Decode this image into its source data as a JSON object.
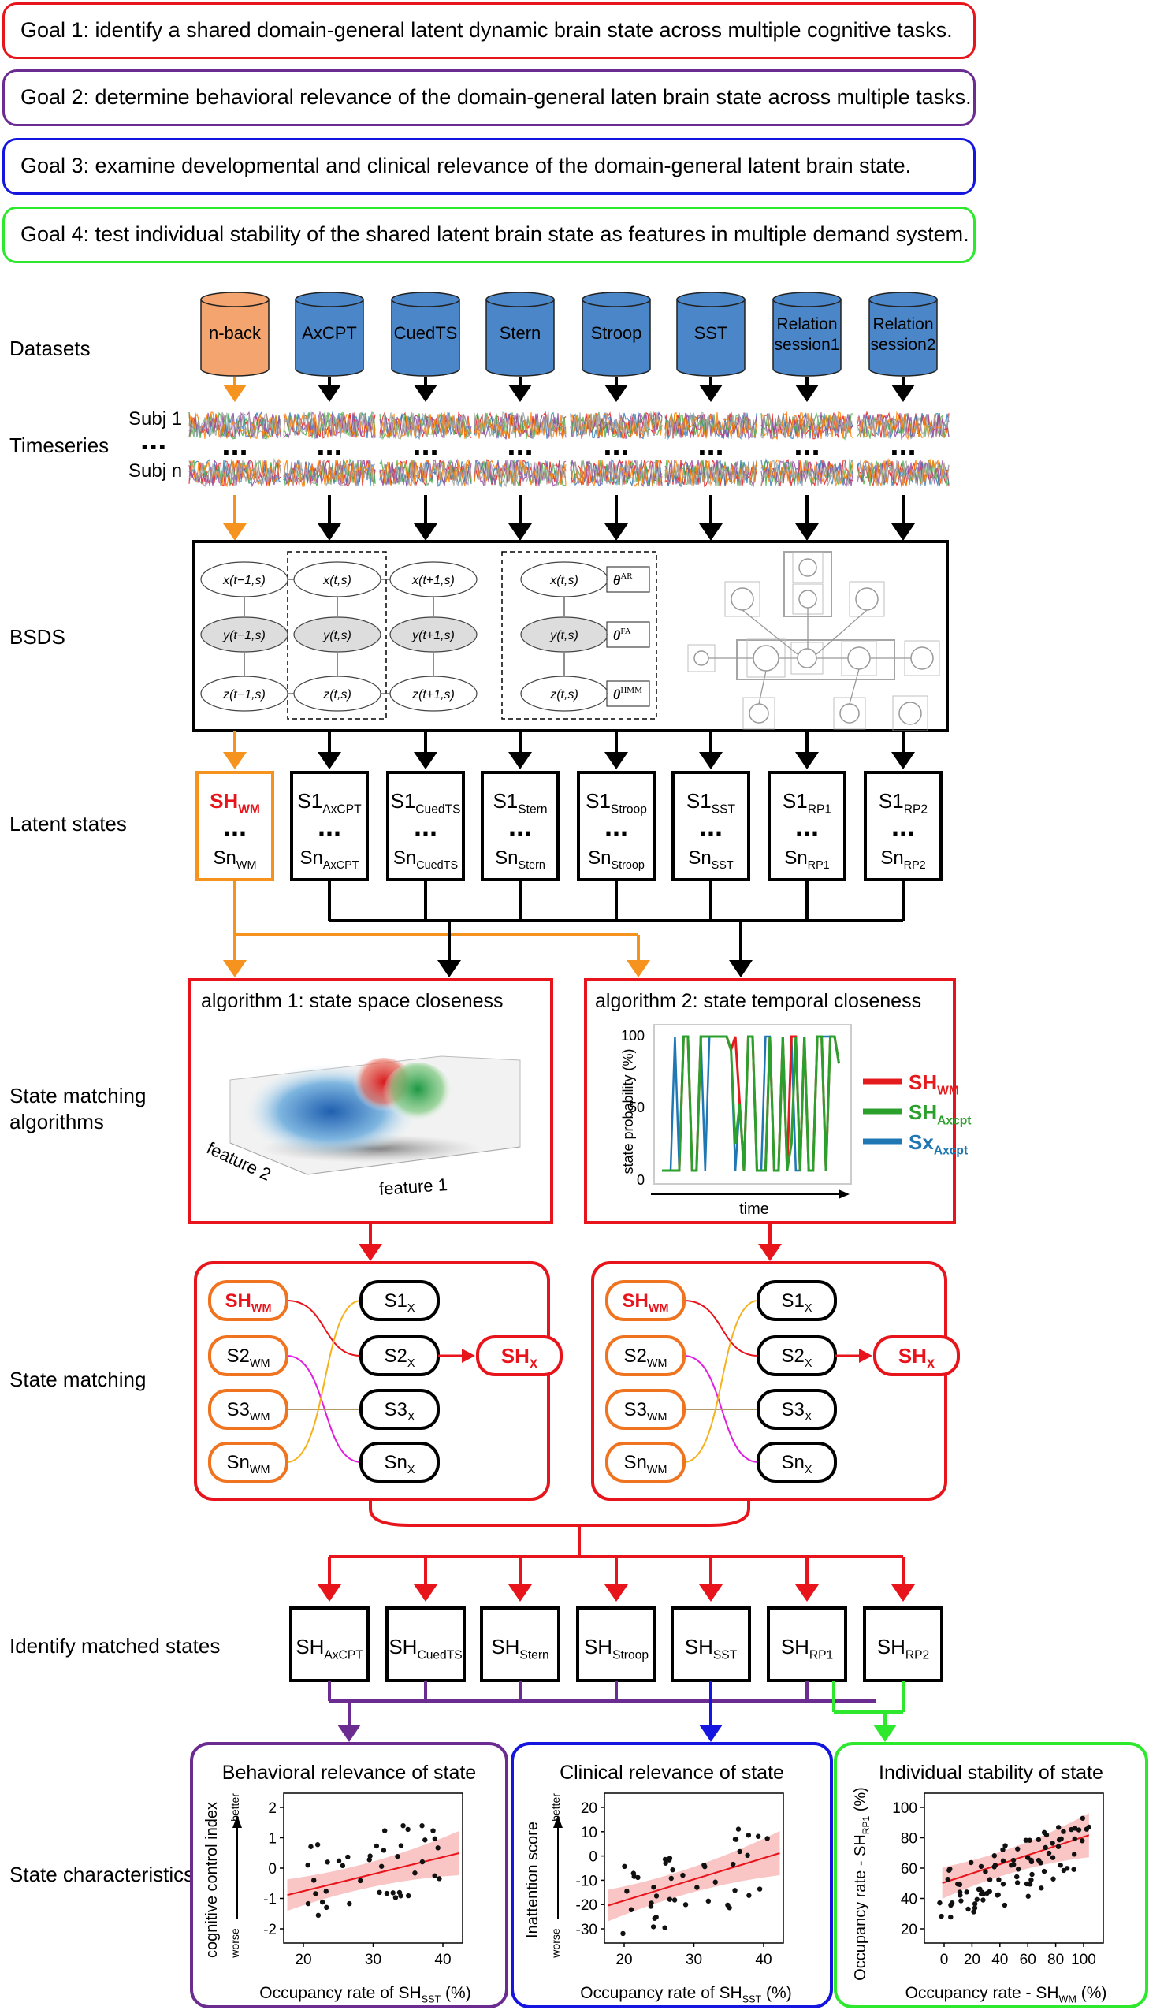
{
  "goals": [
    {
      "text": "Goal 1: identify a shared domain-general latent dynamic brain state across multiple cognitive tasks.",
      "color": "#e8141b"
    },
    {
      "text": "Goal 2: determine behavioral relevance of the domain-general laten brain state across multiple tasks.",
      "color": "#6b2c91"
    },
    {
      "text": "Goal 3: examine developmental and clinical relevance of the domain-general latent brain state.",
      "color": "#1515e0"
    },
    {
      "text": "Goal 4: test individual stability of the shared latent brain state as features in multiple demand system.",
      "color": "#2ee82e"
    }
  ],
  "row_labels": {
    "datasets": "Datasets",
    "timeseries": "Timeseries",
    "bsds": "BSDS",
    "latent": "Latent states",
    "algorithms_line1": "State matching",
    "algorithms_line2": "algorithms",
    "matching": "State matching",
    "identify": "Identify matched states",
    "characteristics": "State characteristics"
  },
  "subjects": {
    "first": "Subj 1",
    "last": "Subj n",
    "dots": "..."
  },
  "datasets": [
    {
      "line1": "n-back",
      "line2": "",
      "highlight": true
    },
    {
      "line1": "AxCPT",
      "line2": ""
    },
    {
      "line1": "CuedTS",
      "line2": ""
    },
    {
      "line1": "Stern",
      "line2": ""
    },
    {
      "line1": "Stroop",
      "line2": ""
    },
    {
      "line1": "SST",
      "line2": ""
    },
    {
      "line1": "Relation",
      "line2": "session1"
    },
    {
      "line1": "Relation",
      "line2": "session2"
    }
  ],
  "bsds_model": {
    "x_prev": "x(t−1,s)",
    "x_cur": "x(t,s)",
    "x_next": "x(t+1,s)",
    "y_prev": "y(t−1,s)",
    "y_cur": "y(t,s)",
    "y_next": "y(t+1,s)",
    "z_prev": "z(t−1,s)",
    "z_cur": "z(t,s)",
    "z_next": "z(t+1,s)",
    "theta_ar": "θ",
    "theta_ar_sup": "AR",
    "theta_fa": "θ",
    "theta_fa_sup": "FA",
    "theta_hmm": "θ",
    "theta_hmm_sup": "HMM"
  },
  "latent_states": [
    {
      "top": "SH",
      "top_sub": "WM",
      "bottom": "Sn",
      "bottom_sub": "WM",
      "highlight": true
    },
    {
      "top": "S1",
      "top_sub": "AxCPT",
      "bottom": "Sn",
      "bottom_sub": "AxCPT"
    },
    {
      "top": "S1",
      "top_sub": "CuedTS",
      "bottom": "Sn",
      "bottom_sub": "CuedTS"
    },
    {
      "top": "S1",
      "top_sub": "Stern",
      "bottom": "Sn",
      "bottom_sub": "Stern"
    },
    {
      "top": "S1",
      "top_sub": "Stroop",
      "bottom": "Sn",
      "bottom_sub": "Stroop"
    },
    {
      "top": "S1",
      "top_sub": "SST",
      "bottom": "Sn",
      "bottom_sub": "SST"
    },
    {
      "top": "S1",
      "top_sub": "RP1",
      "bottom": "Sn",
      "bottom_sub": "RP1"
    },
    {
      "top": "S1",
      "top_sub": "RP2",
      "bottom": "Sn",
      "bottom_sub": "RP2"
    }
  ],
  "algorithm1": {
    "title": "algorithm 1: state space closeness",
    "axis1": "feature 1",
    "axis2": "feature 2"
  },
  "algorithm2": {
    "title": "algorithm 2: state temporal closeness",
    "ylabel": "state probability (%)",
    "xlabel": "time",
    "ticks": [
      "100",
      "50",
      "0"
    ],
    "legend": [
      {
        "name": "SH",
        "sub": "WM",
        "color": "#e41a1c"
      },
      {
        "name": "SH",
        "sub": "Axcpt",
        "color": "#2ca02c"
      },
      {
        "name": "Sx",
        "sub": "Axcpt",
        "color": "#1f77b4"
      }
    ]
  },
  "matching": {
    "left": [
      {
        "name": "SH",
        "sub": "WM",
        "red": true
      },
      {
        "name": "S2",
        "sub": "WM"
      },
      {
        "name": "S3",
        "sub": "WM"
      },
      {
        "name": "Sn",
        "sub": "WM"
      }
    ],
    "right": [
      {
        "name": "S1",
        "sub": "X"
      },
      {
        "name": "S2",
        "sub": "X"
      },
      {
        "name": "S3",
        "sub": "X"
      },
      {
        "name": "Sn",
        "sub": "X"
      }
    ],
    "result": {
      "name": "SH",
      "sub": "X"
    }
  },
  "matched_states": [
    {
      "name": "SH",
      "sub": "AxCPT"
    },
    {
      "name": "SH",
      "sub": "CuedTS"
    },
    {
      "name": "SH",
      "sub": "Stern"
    },
    {
      "name": "SH",
      "sub": "Stroop"
    },
    {
      "name": "SH",
      "sub": "SST"
    },
    {
      "name": "SH",
      "sub": "RP1"
    },
    {
      "name": "SH",
      "sub": "RP2"
    }
  ],
  "panels": [
    {
      "title": "Behavioral relevance of state",
      "color": "#6b2c91",
      "ylabel": "cognitive control index",
      "better": "better",
      "worse": "worse",
      "xlabel": "Occupancy rate of SH",
      "xlabel_sub": "SST",
      "xlabel_unit": " (%)",
      "xticks": [
        "20",
        "30",
        "40"
      ],
      "yticks": [
        "2",
        "1",
        "0",
        "-1",
        "-2"
      ]
    },
    {
      "title": "Clinical relevance of state",
      "color": "#1515e0",
      "ylabel": "Inattention score",
      "better": "better",
      "worse": "worse",
      "xlabel": "Occupancy rate of SH",
      "xlabel_sub": "SST",
      "xlabel_unit": " (%)",
      "xticks": [
        "20",
        "30",
        "40"
      ],
      "yticks": [
        "20",
        "10",
        "0",
        "-10",
        "-20",
        "-30"
      ]
    },
    {
      "title": "Individual stability of state",
      "color": "#2ee82e",
      "ylabel": "Occupancy rate - SH",
      "ylabel_sub": "RP1",
      "ylabel_unit": " (%)",
      "xlabel": "Occupancy rate - SH",
      "xlabel_sub": "WM",
      "xlabel_unit": " (%)",
      "xticks": [
        "0",
        "20",
        "40",
        "60",
        "80",
        "100"
      ],
      "yticks": [
        "100",
        "80",
        "60",
        "40",
        "20"
      ]
    }
  ],
  "colors": {
    "orange": "#f6921e",
    "red": "#e8141b",
    "purple": "#6b2c91",
    "blue": "#1515e0",
    "green": "#2ee82e",
    "cylinder_blue": "#4a86c8",
    "cylinder_orange": "#f4a46e"
  }
}
